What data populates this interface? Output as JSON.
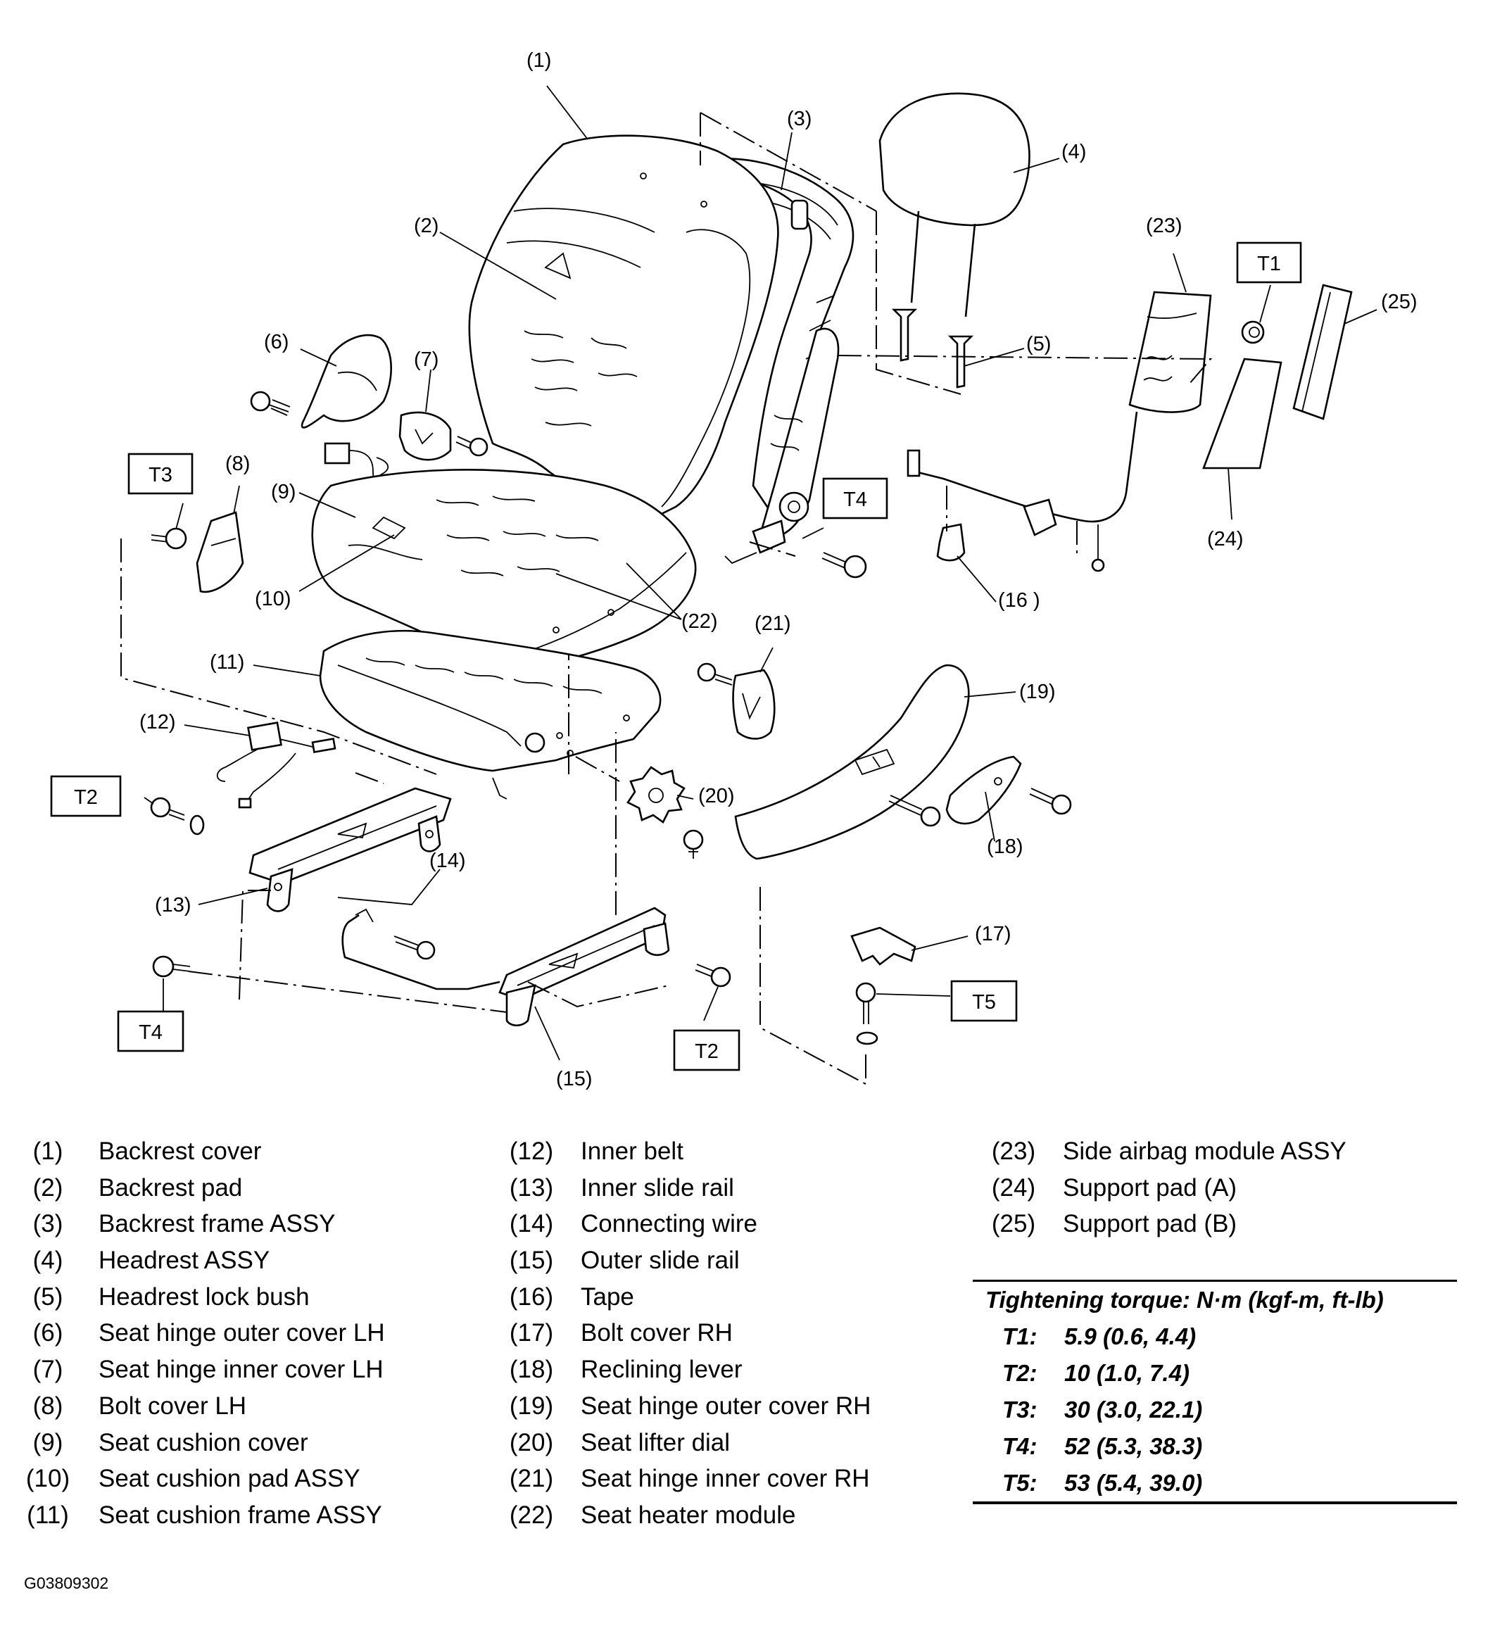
{
  "diagram": {
    "callouts": [
      "(1)",
      "(2)",
      "(3)",
      "(4)",
      "(5)",
      "(6)",
      "(7)",
      "(8)",
      "(9)",
      "(10)",
      "(11)",
      "(12)",
      "(13)",
      "(14)",
      "(15)",
      "(16 )",
      "(17)",
      "(18)",
      "(19)",
      "(20)",
      "(21)",
      "(22)",
      "(23)",
      "(24)",
      "(25)"
    ],
    "torque_tags": [
      "T1",
      "T2",
      "T3",
      "T4",
      "T5"
    ]
  },
  "legend": [
    [
      {
        "num": "(1)",
        "name": "Backrest cover"
      },
      {
        "num": "(2)",
        "name": "Backrest pad"
      },
      {
        "num": "(3)",
        "name": "Backrest frame ASSY"
      },
      {
        "num": "(4)",
        "name": "Headrest ASSY"
      },
      {
        "num": "(5)",
        "name": "Headrest lock bush"
      },
      {
        "num": "(6)",
        "name": "Seat hinge outer cover LH"
      },
      {
        "num": "(7)",
        "name": "Seat hinge inner cover LH"
      },
      {
        "num": "(8)",
        "name": "Bolt cover LH"
      },
      {
        "num": "(9)",
        "name": "Seat cushion cover"
      },
      {
        "num": "(10)",
        "name": "Seat cushion pad ASSY"
      },
      {
        "num": "(11)",
        "name": "Seat cushion frame ASSY"
      }
    ],
    [
      {
        "num": "(12)",
        "name": "Inner belt"
      },
      {
        "num": "(13)",
        "name": "Inner slide rail"
      },
      {
        "num": "(14)",
        "name": "Connecting wire"
      },
      {
        "num": "(15)",
        "name": "Outer slide rail"
      },
      {
        "num": "(16)",
        "name": "Tape"
      },
      {
        "num": "(17)",
        "name": "Bolt cover RH"
      },
      {
        "num": "(18)",
        "name": "Reclining lever"
      },
      {
        "num": "(19)",
        "name": "Seat hinge outer cover RH"
      },
      {
        "num": "(20)",
        "name": "Seat lifter dial"
      },
      {
        "num": "(21)",
        "name": "Seat hinge inner cover RH"
      },
      {
        "num": "(22)",
        "name": "Seat heater module"
      }
    ],
    [
      {
        "num": "(23)",
        "name": "Side airbag module ASSY"
      },
      {
        "num": "(24)",
        "name": "Support pad (A)"
      },
      {
        "num": "(25)",
        "name": "Support pad (B)"
      }
    ]
  ],
  "torque": {
    "header": "Tightening torque: N·m (kgf-m, ft-lb)",
    "rows": [
      {
        "label": "T1:",
        "value": "5.9 (0.6, 4.4)"
      },
      {
        "label": "T2:",
        "value": "10 (1.0, 7.4)"
      },
      {
        "label": "T3:",
        "value": "30 (3.0, 22.1)"
      },
      {
        "label": "T4:",
        "value": "52 (5.3, 38.3)"
      },
      {
        "label": "T5:",
        "value": "53 (5.4, 39.0)"
      }
    ]
  },
  "figure_code": "G03809302"
}
